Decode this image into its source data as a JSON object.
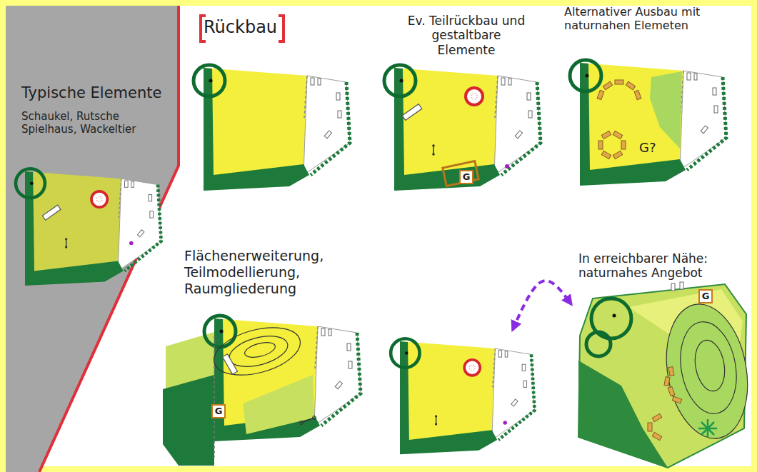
{
  "diagram": {
    "nodes": [
      {
        "text": [
          "Typische Elemente",
          "Schaukel, Rutsche Spielhaus, Wackeltier"
        ]
      },
      {
        "text": [
          "Rückbau"
        ]
      },
      {
        "text": [
          "Ev. Teilrückbau und gestaltbare Elemente"
        ]
      },
      {
        "text": [
          "G"
        ],
        "in": 2
      },
      {
        "text": [
          "Alternativer Ausbau mit naturnahen Elemeten"
        ]
      },
      {
        "text": [
          "Flächenerweiterung, Teilmodellierung, Raumgliederung"
        ]
      },
      {
        "text": [
          "G"
        ],
        "in": 5
      },
      {
        "text": []
      },
      {
        "text": [
          "In erreichbarer Nähe: naturnahes Angebot"
        ]
      },
      {
        "text": [
          "G"
        ],
        "in": 8
      }
    ],
    "edges": [
      {
        "from": 7,
        "to": 8,
        "arrow": "both"
      }
    ],
    "labels": [
      "G?"
    ]
  }
}
